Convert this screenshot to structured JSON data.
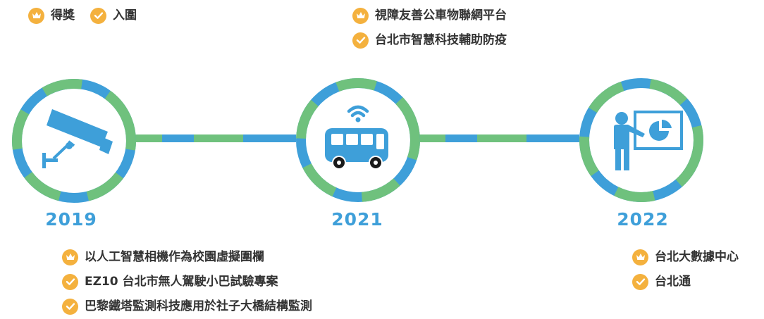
{
  "colors": {
    "blue": "#3e9fd9",
    "green": "#6fc17d",
    "badge": "#f4b13e",
    "text": "#333333"
  },
  "legend": {
    "award_label": "得獎",
    "finalist_label": "入圍"
  },
  "timeline": [
    {
      "year": "2019",
      "icon": "security-camera-icon",
      "items": [
        {
          "type": "award",
          "text": "以人工智慧相機作為校園虛擬圍欄"
        },
        {
          "type": "finalist",
          "text": "EZ10 台北市無人駕駛小巴試驗專案"
        },
        {
          "type": "finalist",
          "text": "巴黎鐵塔監測科技應用於社子大橋結構監測"
        }
      ]
    },
    {
      "year": "2021",
      "icon": "connected-bus-icon",
      "items": [
        {
          "type": "award",
          "text": "視障友善公車物聯網平台"
        },
        {
          "type": "finalist",
          "text": "台北市智慧科技輔助防疫"
        }
      ]
    },
    {
      "year": "2022",
      "icon": "presentation-icon",
      "items": [
        {
          "type": "award",
          "text": "台北大數據中心"
        },
        {
          "type": "finalist",
          "text": "台北通"
        }
      ]
    }
  ]
}
